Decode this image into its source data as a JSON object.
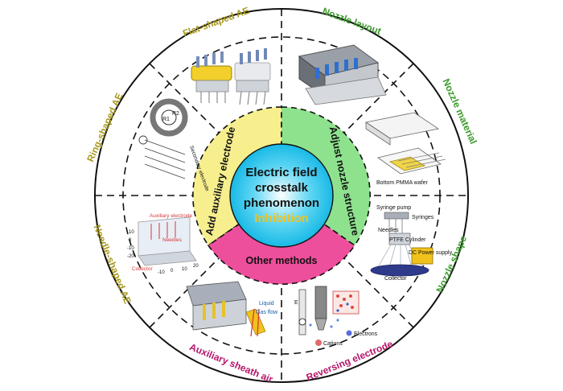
{
  "center": {
    "line1": "Electric field",
    "line2": "crosstalk",
    "line3": "phenomenon",
    "line4": "Inhibition"
  },
  "inner_ring": {
    "left": "Add auxiliary electrode",
    "right": "Adjust nozzle structure",
    "bottom": "Other methods"
  },
  "outer_ring": {
    "flat_shaped": "Flat-shaped AE",
    "ring_shaped": "Ring-shaped AE",
    "needle_shaped": "Needle-shaped AE",
    "auxiliary_sheath": "Auxiliary sheath air",
    "reversing": "Reversing electrode",
    "nozzle_shape": "Nozzle shape",
    "nozzle_material": "Nozzle material",
    "nozzle_layout": "Nozzle layout"
  },
  "image_labels": {
    "ring_secondary": "Secondary electrode",
    "ring_r1": "R1",
    "ring_r2": "R2",
    "needle_aux": "Auxiliary electrode",
    "needle_needles": "Needles",
    "needle_collector": "Collector",
    "needle_ticks": [
      "10",
      "0",
      "-10",
      "-20",
      "-10",
      "0",
      "10",
      "20"
    ],
    "material_wafer": "Bottom PMMA wafer",
    "shape_syringe_pump": "Syringe pump",
    "shape_syringes": "Syringes",
    "shape_needles": "Needles",
    "shape_ptfe": "PTFE Cylinder",
    "shape_dc": "DC Power supply",
    "shape_collector": "Collector",
    "sheath_liquid": "Liquid",
    "sheath_gas": "Gas flow",
    "rev_cations": "Cations",
    "rev_electrons": "Electrons",
    "rev_e": "E"
  },
  "colors": {
    "center_blue": "#29c8ee",
    "inhibition_gold": "#f1c21b",
    "yellow_sector": "#f7ef8e",
    "green_sector": "#8ee28e",
    "pink_sector": "#ee4f9c",
    "outer_olive": "#a89a1e",
    "outer_green": "#3a9a2a",
    "outer_magenta": "#b5156a"
  }
}
